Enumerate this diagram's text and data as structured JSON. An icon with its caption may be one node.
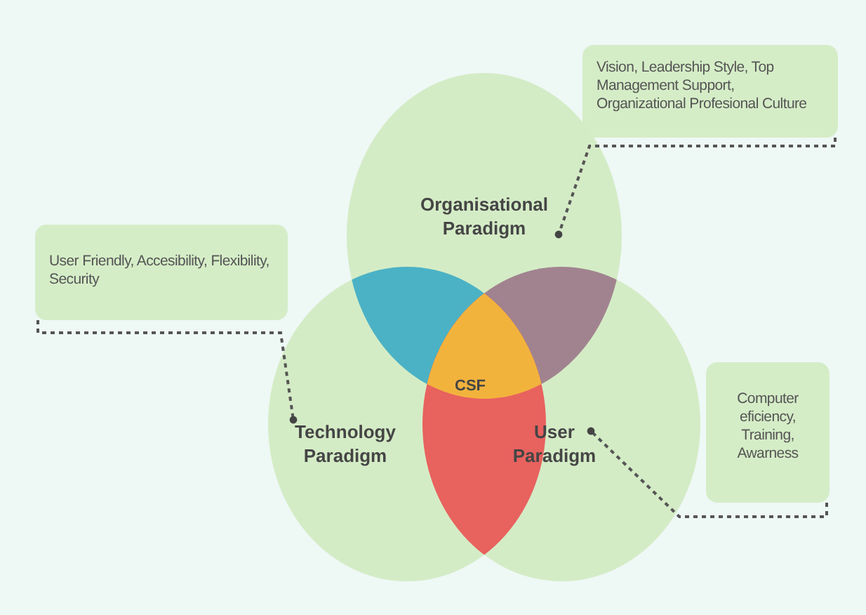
{
  "diagram": {
    "nodes": [
      {
        "text": [
          "Organisational Paradigm"
        ]
      },
      {
        "text": [
          "Technology Paradigm"
        ]
      },
      {
        "text": [
          "User Paradigm"
        ]
      },
      {
        "text": [
          "CSF"
        ]
      },
      {
        "text": [
          "Vision, Leadership Style, Top Management Support, Organizational Profesional Culture"
        ]
      },
      {
        "text": [
          "User Friendly, Accesibility, Flexibility, Security"
        ]
      },
      {
        "text": [
          "Computer eficiency, Training, Awarness"
        ]
      }
    ],
    "edges": [
      {
        "from": 4,
        "to": 0,
        "arrow": "other",
        "style": "dashed"
      },
      {
        "from": 5,
        "to": 1,
        "arrow": "other",
        "style": "dashed"
      },
      {
        "from": 6,
        "to": 2,
        "arrow": "other",
        "style": "dashed"
      }
    ]
  }
}
